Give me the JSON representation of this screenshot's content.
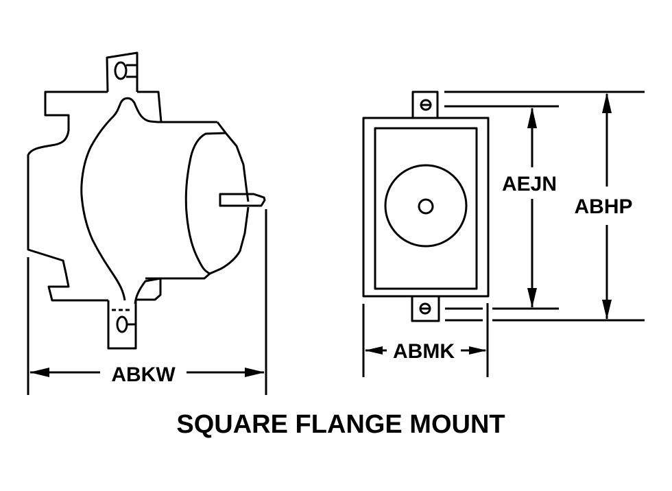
{
  "title": "SQUARE FLANGE MOUNT",
  "dimensions": {
    "side_width": "ABKW",
    "front_width": "ABMK",
    "inner_height": "AEJN",
    "overall_height": "ABHP"
  },
  "colors": {
    "line": "#000000",
    "background": "#ffffff"
  }
}
